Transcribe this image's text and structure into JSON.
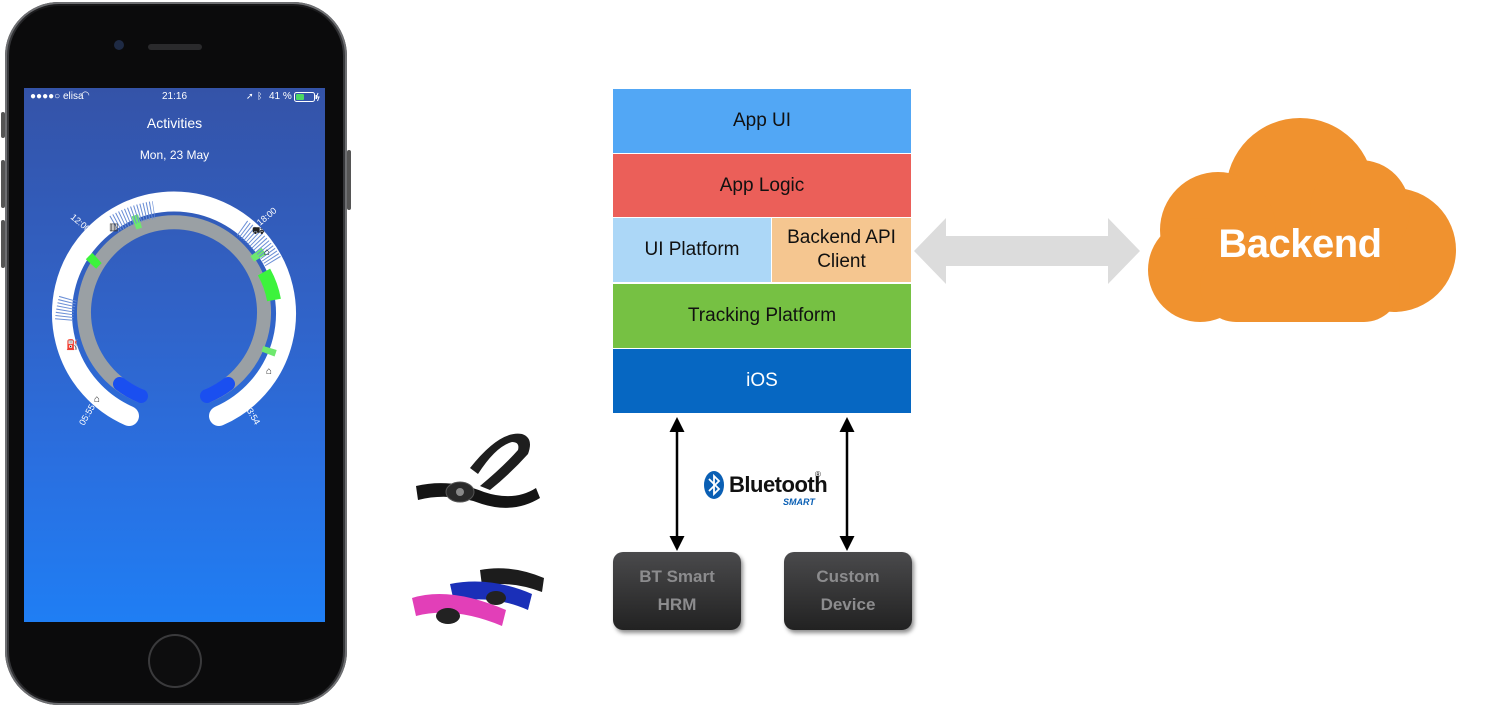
{
  "phone": {
    "status_carrier": "●●●●○ elisa",
    "status_time": "21:16",
    "status_battery": "41 %",
    "title": "Activities",
    "date": "Mon, 23 May",
    "dial_labels": [
      "12:00",
      "18:00",
      "05:55",
      "23:54"
    ]
  },
  "stack": {
    "app_ui": "App UI",
    "app_logic": "App Logic",
    "ui_platform": "UI Platform",
    "backend_api_client": [
      "Backend API",
      "Client"
    ],
    "tracking_platform": "Tracking Platform",
    "ios": "iOS"
  },
  "devices": {
    "hrm": [
      "BT Smart",
      "HRM"
    ],
    "custom": [
      "Custom",
      "Device"
    ]
  },
  "bluetooth": {
    "word": "Bluetooth",
    "reg": "®",
    "smart": "SMART"
  },
  "backend": {
    "label": "Backend"
  },
  "colors": {
    "app_ui": "#52a7f5",
    "app_logic": "#eb5f59",
    "ui_platform": "#acd7f7",
    "backend_api_client": "#f5c690",
    "tracking_platform": "#76c143",
    "ios": "#0667c2",
    "cloud": "#f0922f",
    "arrow_gray": "#dcdcdc"
  }
}
